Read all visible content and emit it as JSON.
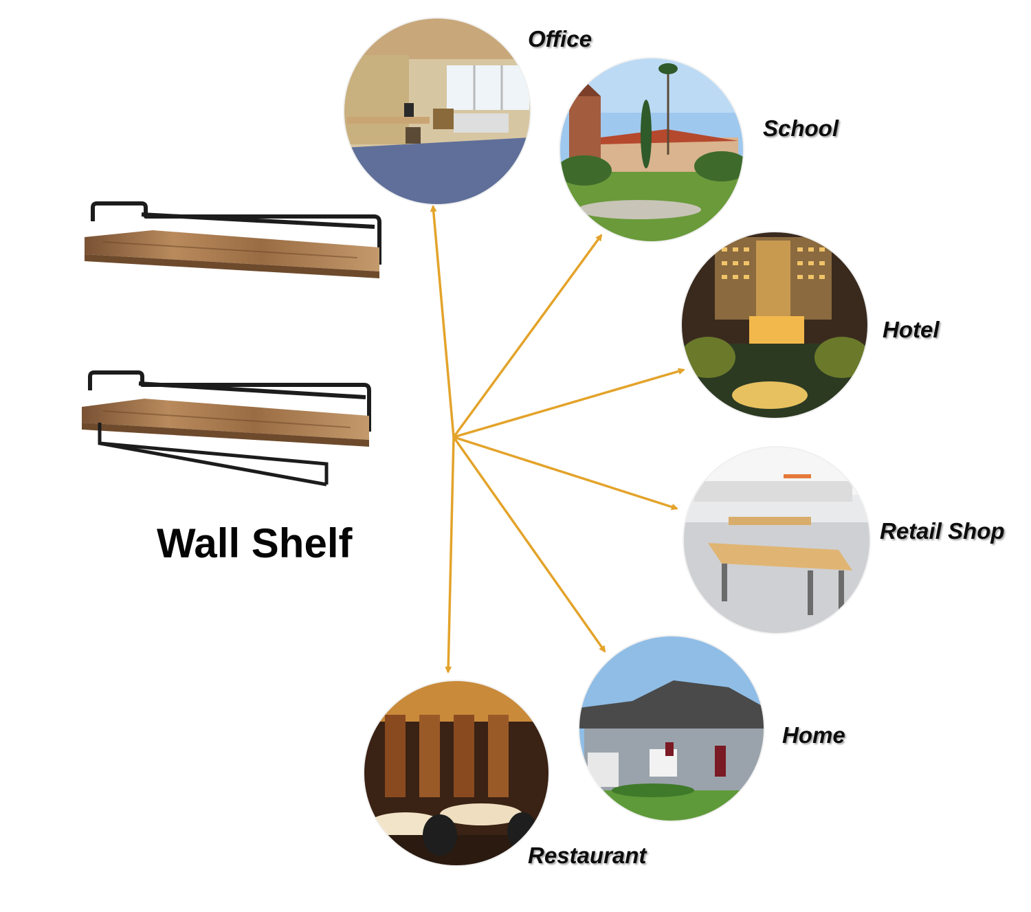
{
  "title": "Wall Shelf",
  "colors": {
    "arrow": "#e3a32a",
    "wood": "#a97a4f",
    "metal": "#1c1c1c"
  },
  "places": [
    {
      "key": "office",
      "label": "Office",
      "icon": "office-photo"
    },
    {
      "key": "school",
      "label": "School",
      "icon": "school-photo"
    },
    {
      "key": "hotel",
      "label": "Hotel",
      "icon": "hotel-photo"
    },
    {
      "key": "retail",
      "label": "Retail Shop",
      "icon": "retail-shop-photo"
    },
    {
      "key": "home",
      "label": "Home",
      "icon": "home-photo"
    },
    {
      "key": "restaurant",
      "label": "Restaurant",
      "icon": "restaurant-photo"
    }
  ]
}
